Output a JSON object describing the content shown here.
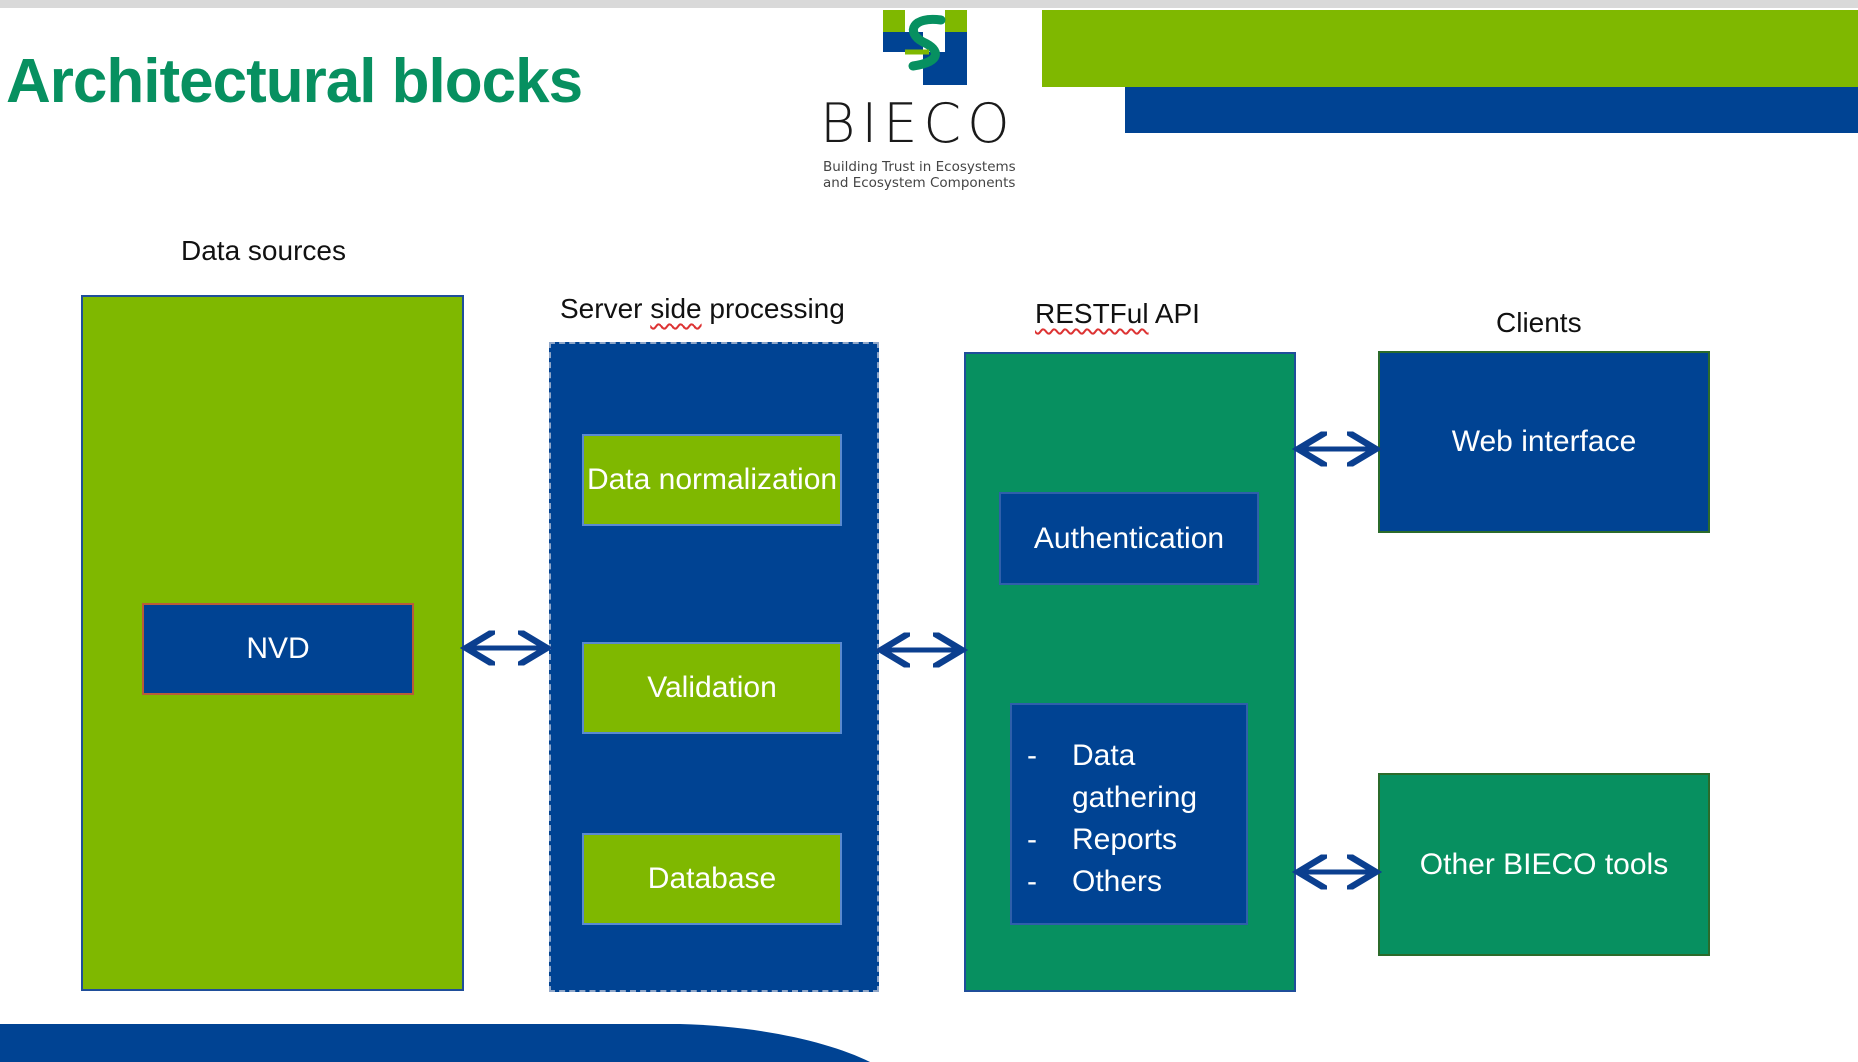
{
  "title": "Architectural blocks",
  "logo": {
    "word": "BIECO",
    "tagline_line1": "Building Trust in Ecosystems",
    "tagline_line2": "and Ecosystem Components"
  },
  "sections": {
    "data_sources": "Data sources",
    "server_side_prefix": "Server ",
    "server_side_word": "side",
    "server_side_suffix": " processing",
    "restful_word": "RESTFul",
    "restful_suffix": " API",
    "clients": "Clients"
  },
  "blocks": {
    "nvd": "NVD",
    "server_items": [
      "Data normalization",
      "Validation",
      "Database"
    ],
    "authentication": "Authentication",
    "operations": [
      "Data gathering",
      "Reports",
      "Others"
    ],
    "bullet": "-",
    "web_interface": "Web interface",
    "other_tools": "Other BIECO tools"
  },
  "colors": {
    "lime_green": "#7fb800",
    "navy_blue": "#004393",
    "sea_green": "#079060",
    "arrow": "#0b3f8f"
  }
}
